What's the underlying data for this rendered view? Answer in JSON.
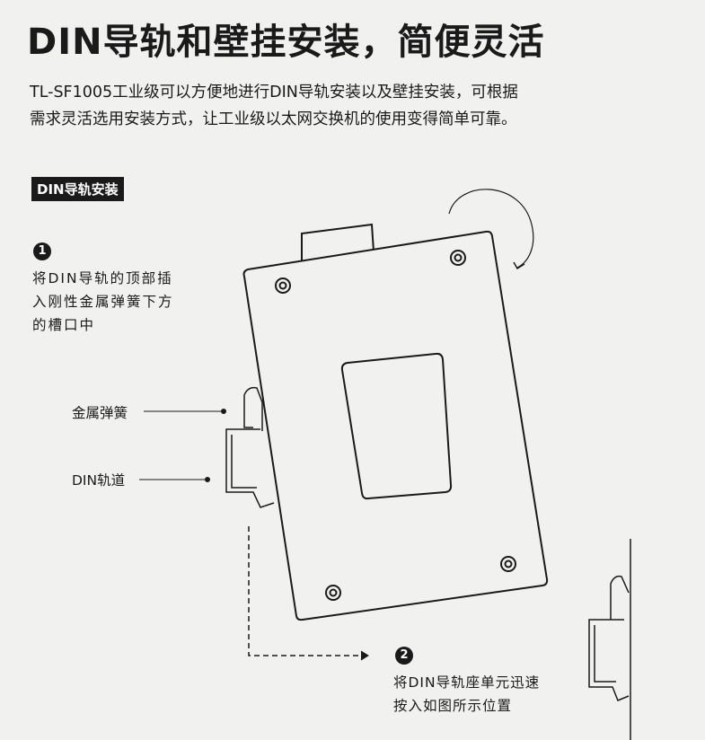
{
  "title": "DIN导轨和壁挂安装，简便灵活",
  "description": [
    "TL-SF1005工业级可以方便地进行DIN导轨安装以及壁挂安装，可根据",
    "需求灵活选用安装方式，让工业级以太网交换机的使用变得简单可靠。"
  ],
  "section_badge": "DIN导轨安装",
  "steps": [
    {
      "number": "1",
      "lines": [
        "将DIN导轨的顶部插",
        "入刚性金属弹簧下方",
        "的槽口中"
      ]
    },
    {
      "number": "2",
      "lines": [
        "将DIN导轨座单元迅速",
        "按入如图所示位置"
      ]
    }
  ],
  "labels": {
    "spring": "金属弹簧",
    "rail": "DIN轨道"
  }
}
